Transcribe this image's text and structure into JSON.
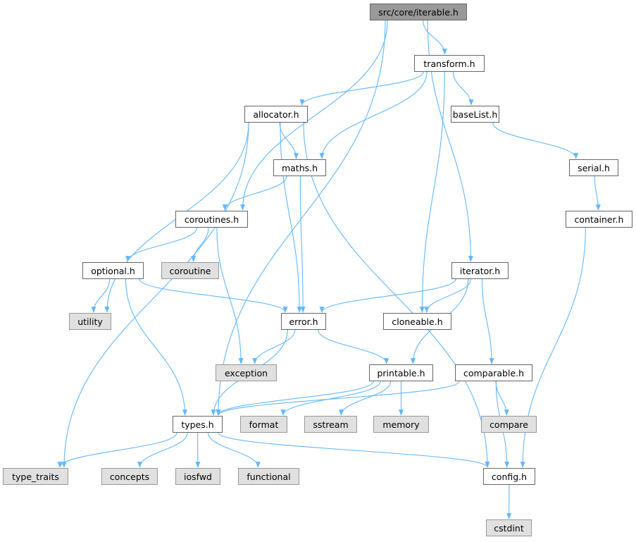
{
  "graph": {
    "title": "src/core/iterable.h",
    "edge_color": "#63b8ff",
    "nodes": {
      "iterable": "src/core/iterable.h",
      "transform": "transform.h",
      "allocator": "allocator.h",
      "baseList": "baseList.h",
      "maths": "maths.h",
      "serial": "serial.h",
      "coroutines": "coroutines.h",
      "container": "container.h",
      "optional": "optional.h",
      "coroutine": "coroutine",
      "iterator": "iterator.h",
      "utility": "utility",
      "error": "error.h",
      "cloneable": "cloneable.h",
      "exception": "exception",
      "printable": "printable.h",
      "comparable": "comparable.h",
      "types": "types.h",
      "format": "format",
      "sstream": "sstream",
      "memory": "memory",
      "compare": "compare",
      "type_traits": "type_traits",
      "concepts": "concepts",
      "iosfwd": "iosfwd",
      "functional": "functional",
      "config": "config.h",
      "cstdint": "cstdint"
    },
    "edges": [
      [
        "iterable",
        "transform"
      ],
      [
        "iterable",
        "coroutines"
      ],
      [
        "iterable",
        "types"
      ],
      [
        "iterable",
        "iterator"
      ],
      [
        "transform",
        "allocator"
      ],
      [
        "transform",
        "maths"
      ],
      [
        "transform",
        "baseList"
      ],
      [
        "transform",
        "cloneable"
      ],
      [
        "allocator",
        "maths"
      ],
      [
        "allocator",
        "error"
      ],
      [
        "allocator",
        "utility"
      ],
      [
        "allocator",
        "type_traits"
      ],
      [
        "allocator",
        "config"
      ],
      [
        "baseList",
        "serial"
      ],
      [
        "serial",
        "container"
      ],
      [
        "container",
        "config"
      ],
      [
        "maths",
        "coroutines"
      ],
      [
        "maths",
        "error"
      ],
      [
        "coroutines",
        "optional"
      ],
      [
        "coroutines",
        "coroutine"
      ],
      [
        "coroutines",
        "exception"
      ],
      [
        "optional",
        "utility"
      ],
      [
        "optional",
        "error"
      ],
      [
        "optional",
        "types"
      ],
      [
        "iterator",
        "error"
      ],
      [
        "iterator",
        "cloneable"
      ],
      [
        "iterator",
        "printable"
      ],
      [
        "iterator",
        "comparable"
      ],
      [
        "error",
        "exception"
      ],
      [
        "error",
        "printable"
      ],
      [
        "error",
        "types"
      ],
      [
        "printable",
        "types"
      ],
      [
        "printable",
        "format"
      ],
      [
        "printable",
        "sstream"
      ],
      [
        "printable",
        "memory"
      ],
      [
        "comparable",
        "types"
      ],
      [
        "comparable",
        "config"
      ],
      [
        "comparable",
        "compare"
      ],
      [
        "types",
        "type_traits"
      ],
      [
        "types",
        "concepts"
      ],
      [
        "types",
        "iosfwd"
      ],
      [
        "types",
        "functional"
      ],
      [
        "types",
        "config"
      ],
      [
        "config",
        "cstdint"
      ]
    ]
  }
}
